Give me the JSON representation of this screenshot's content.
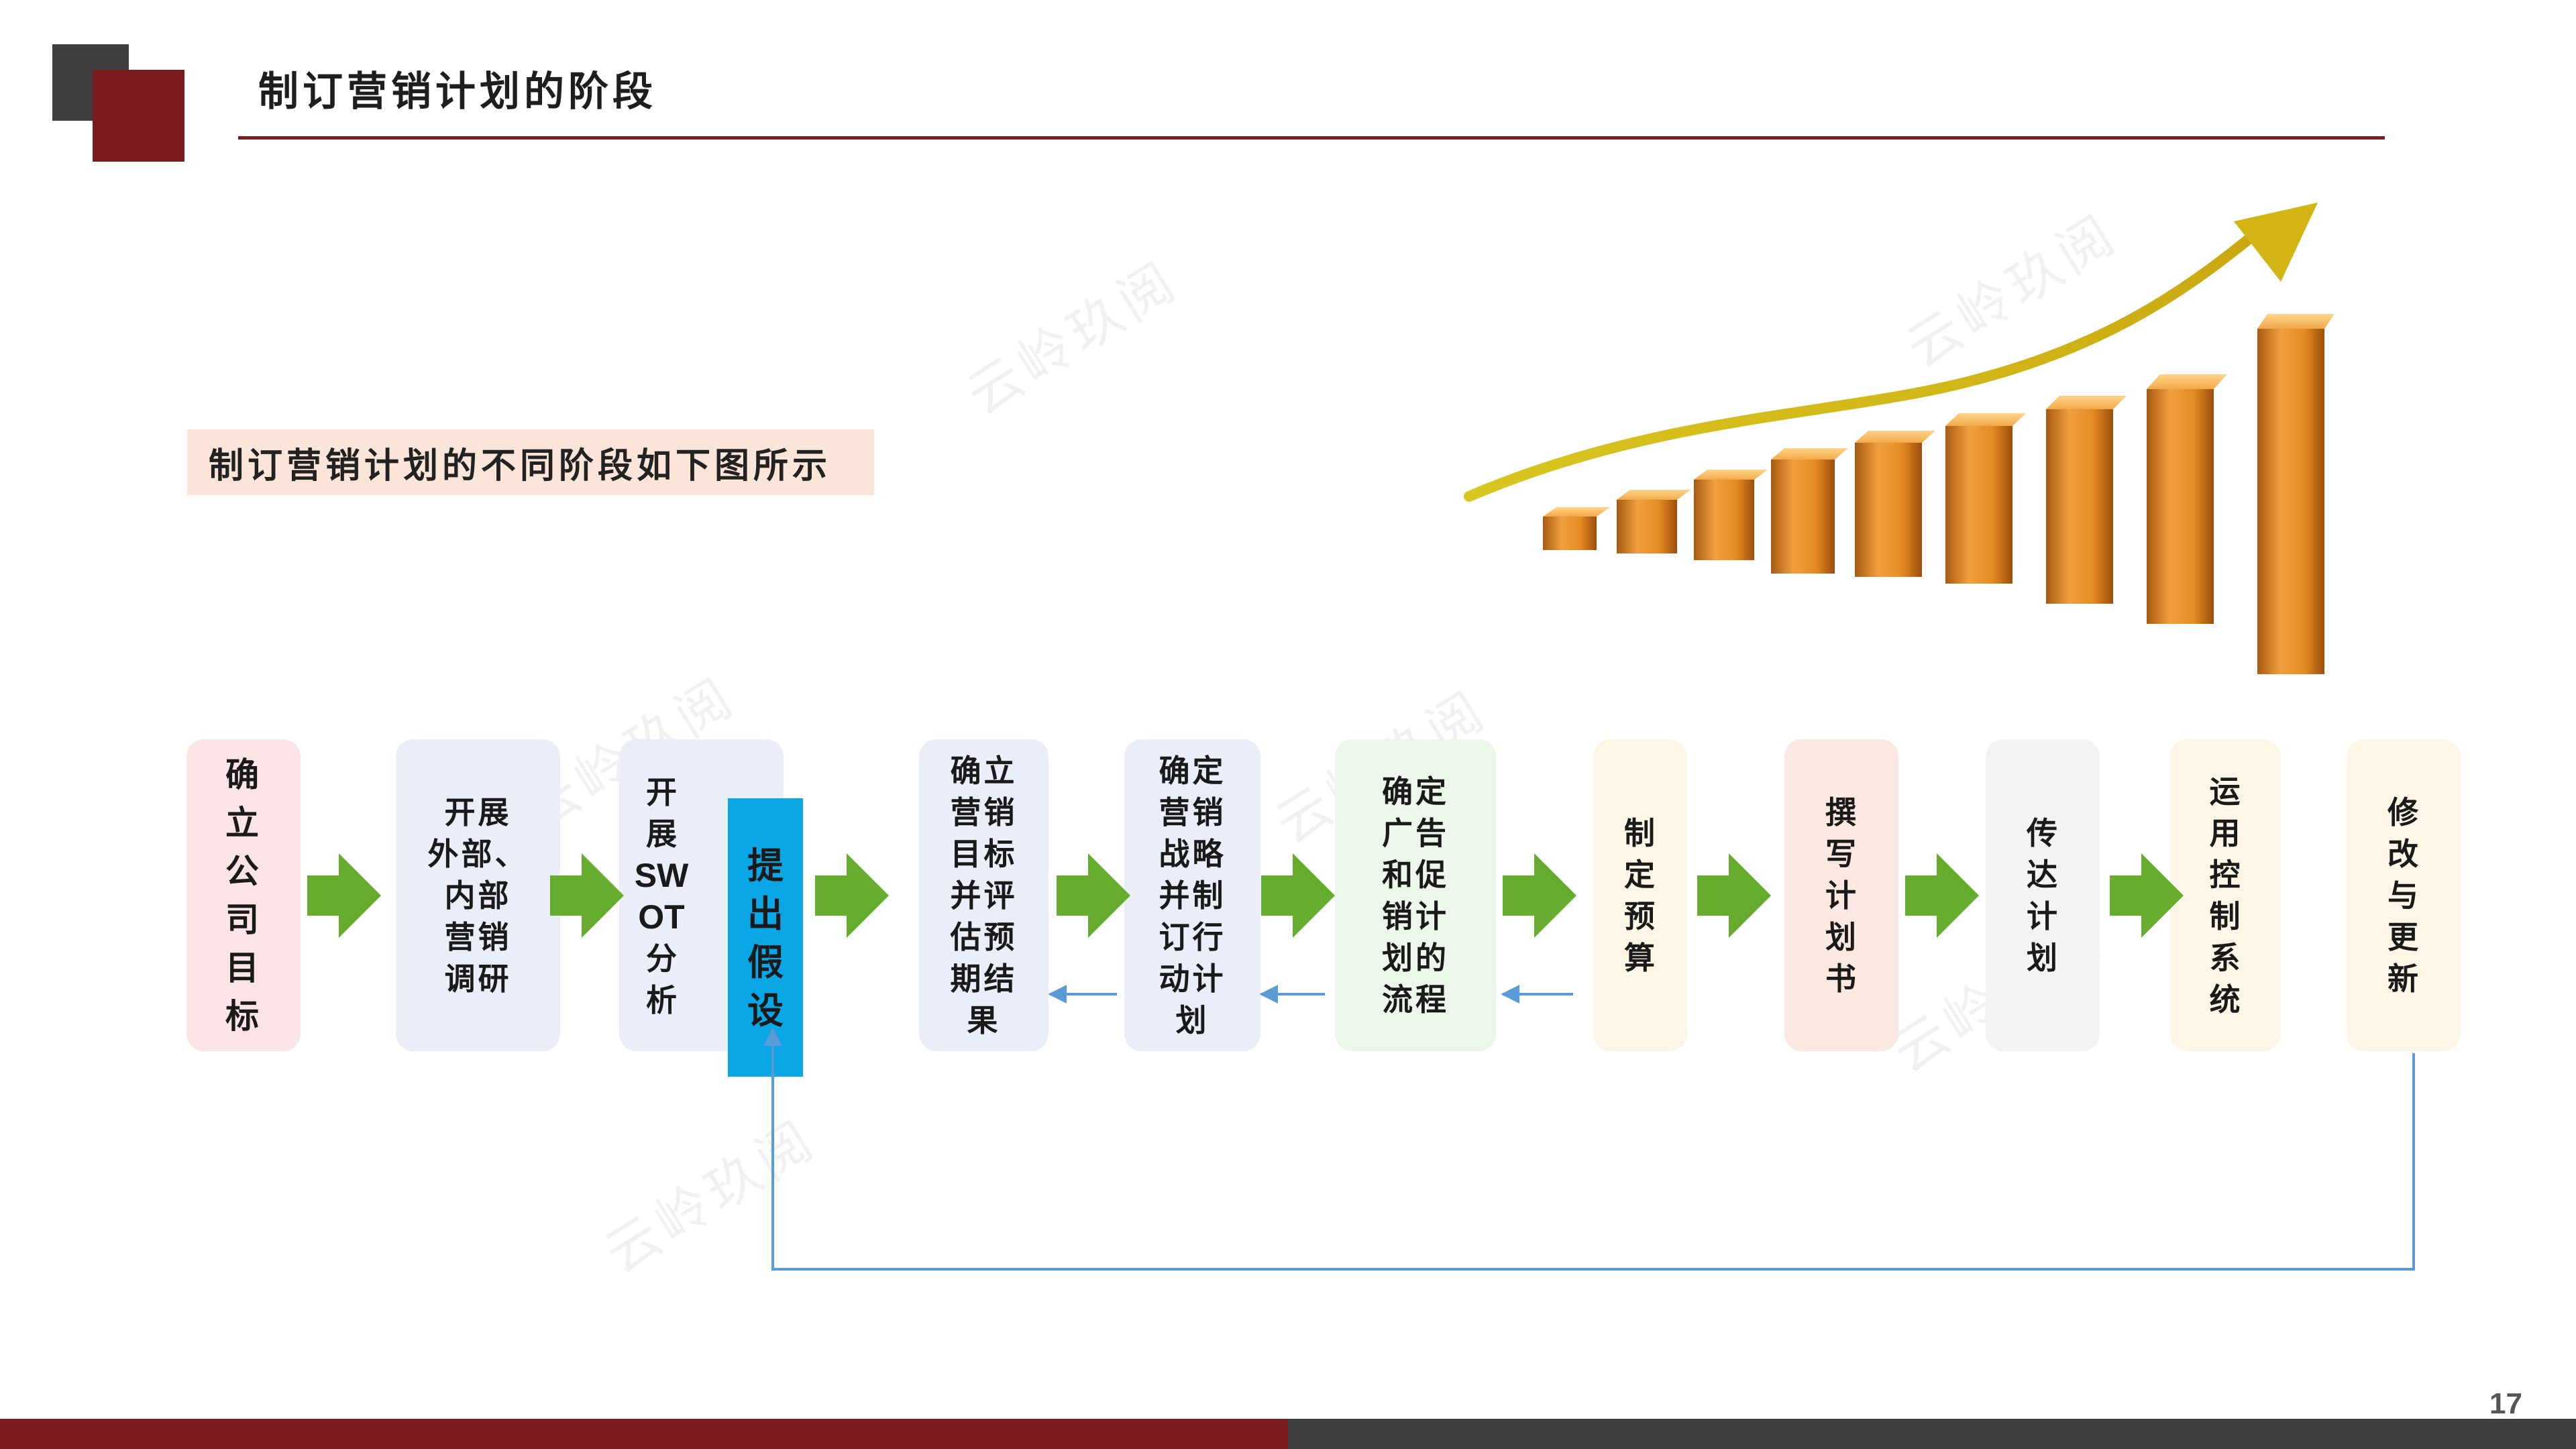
{
  "header": {
    "title": "制订营销计划的阶段"
  },
  "subtitle": "制订营销计划的不同阶段如下图所示",
  "page_number": "17",
  "watermark": "云岭玖阅",
  "steps": [
    {
      "label": "确立公司目标"
    },
    {
      "label": "开展\n外部、\n内部\n营销\n调研"
    },
    {
      "label_a": "开展",
      "label_b": "SW",
      "label_c": "OT",
      "label_d": "分析",
      "highlight": "提出假设"
    },
    {
      "label": "确立\n营销\n目标\n并评\n估预\n期结\n果"
    },
    {
      "label": "确定\n营销\n战略\n并制\n订行\n动计\n划"
    },
    {
      "label": "确定\n广告\n和促\n销计\n划的\n流程"
    },
    {
      "label": "制定预算"
    },
    {
      "label": "撰写计划书"
    },
    {
      "label": "传达计划"
    },
    {
      "label": "运用控制系统"
    },
    {
      "label": "修改与更新"
    }
  ],
  "colors": {
    "accent_red": "#7b1c1f",
    "dark_gray": "#3f3f3f",
    "arrow_green": "#66ad2f",
    "feedback_blue": "#5b9bd5",
    "highlight_blue": "#0aa6e6"
  }
}
